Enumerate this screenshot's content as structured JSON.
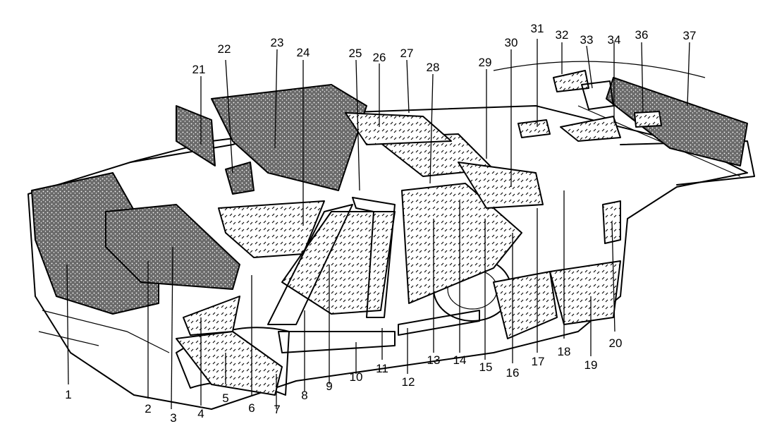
{
  "colors": {
    "ink": "#000000",
    "paper": "#ffffff",
    "fill": "#555555"
  },
  "callouts": {
    "p1": "1",
    "p2": "2",
    "p3": "3",
    "p4": "4",
    "p5": "5",
    "p6": "6",
    "p7": "7",
    "p8": "8",
    "p9": "9",
    "p10": "10",
    "p11": "11",
    "p12": "12",
    "p13": "13",
    "p14": "14",
    "p15": "15",
    "p16": "16",
    "p17": "17",
    "p18": "18",
    "p19": "19",
    "p20": "20",
    "p21": "21",
    "p22": "22",
    "p23": "23",
    "p24": "24",
    "p25": "25",
    "p26": "26",
    "p27": "27",
    "p28": "28",
    "p29": "29",
    "p30": "30",
    "p31": "31",
    "p32": "32",
    "p33": "33",
    "p34": "34",
    "p36": "36",
    "p37": "37"
  }
}
